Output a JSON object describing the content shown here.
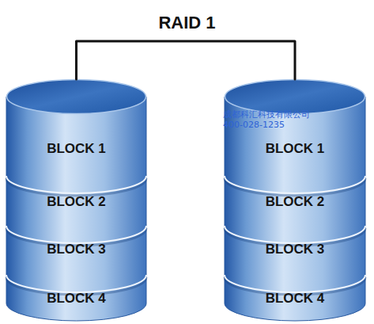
{
  "diagram": {
    "title": "RAID 1",
    "nodes": [
      {
        "text": []
      },
      {
        "text": [
          "BLOCK 1"
        ],
        "in": 0
      },
      {
        "text": [
          "BLOCK 2"
        ],
        "in": 0
      },
      {
        "text": [
          "BLOCK 3"
        ],
        "in": 0
      },
      {
        "text": [
          "BLOCK 4"
        ],
        "in": 0
      },
      {
        "text": []
      },
      {
        "text": [
          "BLOCK 1"
        ],
        "in": 5
      },
      {
        "text": [
          "BLOCK 2"
        ],
        "in": 5
      },
      {
        "text": [
          "BLOCK 3"
        ],
        "in": 5
      },
      {
        "text": [
          "BLOCK 4"
        ],
        "in": 5
      }
    ],
    "edges": [
      {
        "from": 0,
        "to": 5,
        "arrow": "none"
      }
    ],
    "labels": [
      "成都科汇科技有限公司",
      "400-028-1235"
    ]
  }
}
